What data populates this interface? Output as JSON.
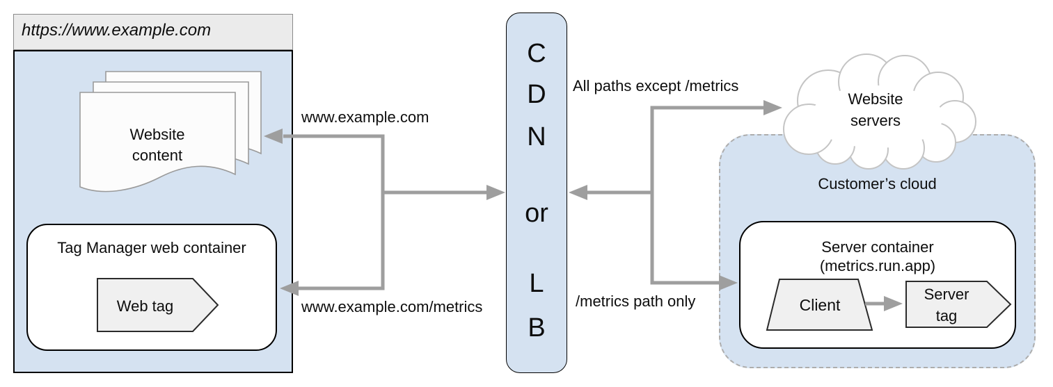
{
  "browser": {
    "title": "https://www.example.com",
    "content_label": "Website content",
    "tag_container_label": "Tag Manager web container",
    "web_tag_label": "Web tag"
  },
  "cdn": {
    "lines": [
      "C",
      "D",
      "N",
      "or",
      "L",
      "B"
    ]
  },
  "edge_labels": {
    "to_site": "www.example.com",
    "to_tag_manager": "www.example.com/metrics",
    "to_servers": "All paths except /metrics",
    "to_container": "/metrics path only"
  },
  "cloud_label": "Website servers",
  "customer_cloud": {
    "label": "Customer’s cloud",
    "server_container_title": "Server container",
    "server_container_subtitle": "(metrics.run.app)",
    "client_label": "Client",
    "server_tag_label": "Server tag"
  },
  "colors": {
    "node_blue": "#d5e2f1",
    "titlebar_gray": "#ebebeb",
    "shape_gray": "#f0f0f0",
    "arrow_gray": "#9e9e9e",
    "page_border_gray": "#9a9a9a",
    "cloud_border_gray": "#c4c4c4",
    "dashed_border_gray": "#adadad"
  }
}
